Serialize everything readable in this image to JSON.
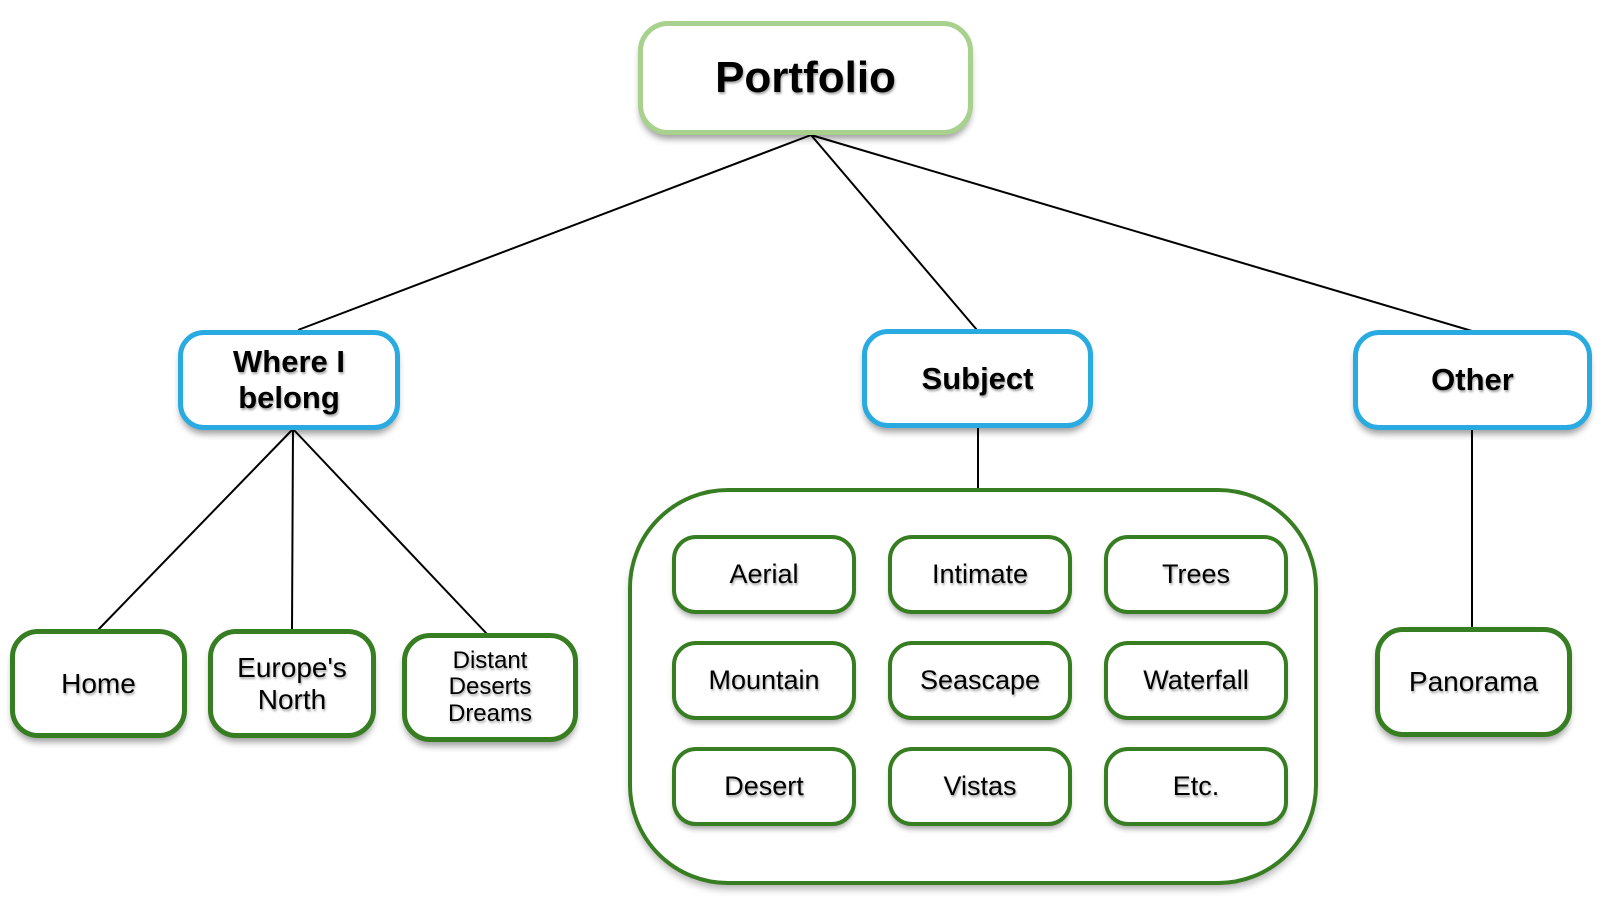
{
  "diagram": {
    "nodes": {
      "root": "Portfolio",
      "branch_where": "Where I belong",
      "branch_subject": "Subject",
      "branch_other": "Other",
      "leaf_home": "Home",
      "leaf_europes_north": "Europe's North",
      "leaf_distant_deserts_dreams": "Distant Deserts Dreams",
      "leaf_panorama": "Panorama"
    },
    "subject_grid": [
      "Aerial",
      "Intimate",
      "Trees",
      "Mountain",
      "Seascape",
      "Waterfall",
      "Desert",
      "Vistas",
      "Etc."
    ],
    "edges": [
      {
        "from": "Portfolio",
        "to": "Where I belong"
      },
      {
        "from": "Portfolio",
        "to": "Subject"
      },
      {
        "from": "Portfolio",
        "to": "Other"
      },
      {
        "from": "Where I belong",
        "to": "Home"
      },
      {
        "from": "Where I belong",
        "to": "Europe's North"
      },
      {
        "from": "Where I belong",
        "to": "Distant Deserts Dreams"
      },
      {
        "from": "Subject",
        "to": "Subject group"
      },
      {
        "from": "Other",
        "to": "Panorama"
      }
    ],
    "colors": {
      "root_border": "#a9d18e",
      "branch_border": "#29abe2",
      "leaf_border": "#377d21",
      "connector": "#000000",
      "background": "#ffffff",
      "text": "#000000"
    }
  }
}
